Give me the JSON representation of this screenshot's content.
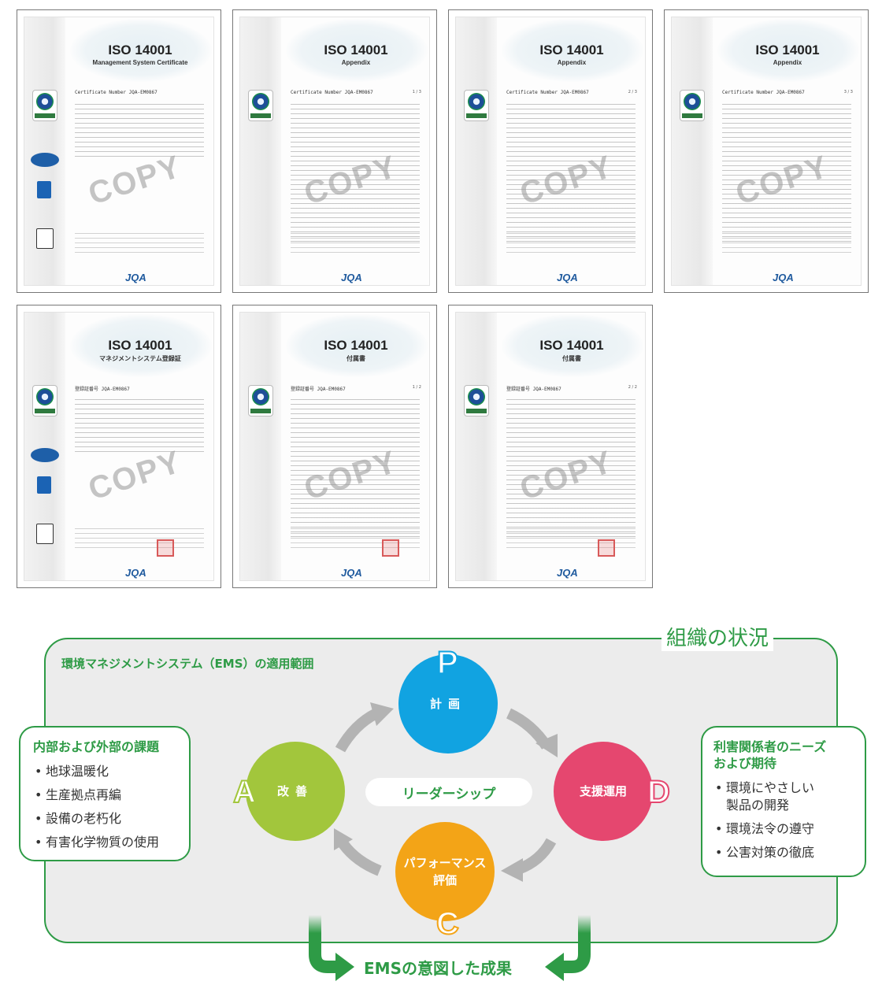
{
  "certificates": [
    {
      "title": "ISO 14001",
      "subtitle": "Management System Certificate",
      "cert_no": "Certificate Number JQA-EM0867",
      "page": "",
      "copy": "COPY",
      "issuer": "JQA",
      "has_side_logos": true
    },
    {
      "title": "ISO 14001",
      "subtitle": "Appendix",
      "cert_no": "Certificate Number JQA-EM0867",
      "page": "1 / 3",
      "copy": "COPY",
      "issuer": "JQA",
      "has_side_logos": false
    },
    {
      "title": "ISO 14001",
      "subtitle": "Appendix",
      "cert_no": "Certificate Number JQA-EM0867",
      "page": "2 / 3",
      "copy": "COPY",
      "issuer": "JQA",
      "has_side_logos": false
    },
    {
      "title": "ISO 14001",
      "subtitle": "Appendix",
      "cert_no": "Certificate Number JQA-EM0867",
      "page": "3 / 3",
      "copy": "COPY",
      "issuer": "JQA",
      "has_side_logos": false
    },
    {
      "title": "ISO 14001",
      "subtitle": "マネジメントシステム登録証",
      "cert_no": "登録証番号 JQA-EM0867",
      "page": "",
      "copy": "COPY",
      "issuer": "JQA",
      "has_side_logos": true
    },
    {
      "title": "ISO 14001",
      "subtitle": "付属書",
      "cert_no": "登録証番号 JQA-EM0867",
      "page": "1 / 2",
      "copy": "COPY",
      "issuer": "JQA",
      "has_side_logos": false
    },
    {
      "title": "ISO 14001",
      "subtitle": "付属書",
      "cert_no": "登録証番号 JQA-EM0867",
      "page": "2 / 2",
      "copy": "COPY",
      "issuer": "JQA",
      "has_side_logos": false
    }
  ],
  "diagram": {
    "context_label": "組織の状況",
    "scope_label": "環境マネジメントシステム（EMS）の適用範囲",
    "internal": {
      "heading": "内部および外部の課題",
      "items": [
        "地球温暖化",
        "生産拠点再編",
        "設備の老朽化",
        "有害化学物質の使用"
      ]
    },
    "stakeholders": {
      "heading_line1": "利害関係者のニーズ",
      "heading_line2": "および期待",
      "items": [
        {
          "line1": "環境にやさしい",
          "line2": "製品の開発"
        },
        {
          "line1": "環境法令の遵守",
          "line2": ""
        },
        {
          "line1": "公害対策の徹底",
          "line2": ""
        }
      ]
    },
    "pdca": {
      "plan": {
        "letter": "P",
        "label": "計画",
        "color": "#11a3e1"
      },
      "do": {
        "letter": "D",
        "label": "支援運用",
        "color": "#e5476f"
      },
      "check": {
        "letter": "C",
        "label_line1": "パフォーマンス",
        "label_line2": "評価",
        "color": "#f3a417"
      },
      "act": {
        "letter": "A",
        "label": "改善",
        "color": "#a2c63c"
      }
    },
    "leadership": "リーダーシップ",
    "outcome": "EMSの意図した成果",
    "accent_color": "#2e9b46",
    "arrow_color": "#b3b3b3"
  }
}
